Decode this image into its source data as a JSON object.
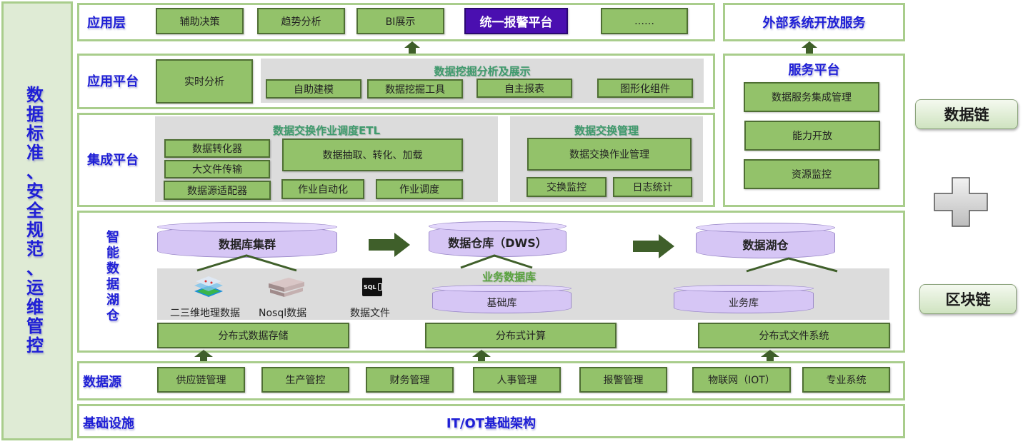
{
  "sidebar": {
    "chars": [
      "数",
      "据",
      "标",
      "准",
      "、",
      "安",
      "全",
      "规",
      "范",
      "、",
      "运",
      "维",
      "管",
      "控"
    ]
  },
  "app_layer": {
    "label": "应用层",
    "items": [
      "辅助决策",
      "趋势分析",
      "BI展示",
      "统一报警平台",
      "……"
    ],
    "highlight_color": "#4a0fb0"
  },
  "external": {
    "title": "外部系统开放服务"
  },
  "app_platform": {
    "label": "应用平台",
    "realtime": "实时分析",
    "mining_title": "数据挖掘分析及展示",
    "mining_items": [
      "自助建模",
      "数据挖掘工具",
      "自主报表",
      "图形化组件"
    ]
  },
  "service_platform": {
    "title": "服务平台",
    "items": [
      "数据服务集成管理",
      "能力开放",
      "资源监控"
    ]
  },
  "integration": {
    "label": "集成平台",
    "etl_title": "数据交换作业调度ETL",
    "etl_left": [
      "数据转化器",
      "大文件传输",
      "数据源适配器"
    ],
    "etl_main": "数据抽取、转化、加载",
    "etl_bottom": [
      "作业自动化",
      "作业调度"
    ],
    "exchange_title": "数据交换管理",
    "exchange_main": "数据交换作业管理",
    "exchange_bottom": [
      "交换监控",
      "日志统计"
    ]
  },
  "lake": {
    "label_chars": [
      "智",
      "能",
      "数",
      "据",
      "湖",
      "仓"
    ],
    "cylinders": [
      "数据库集群",
      "数据仓库（DWS）",
      "数据湖仓"
    ],
    "sources": [
      {
        "icon": "geo-map-layers-icon",
        "label": "二三维地理数据"
      },
      {
        "icon": "server-rack-icon",
        "label": "Nosql数据"
      },
      {
        "icon": "sql-file-icon",
        "label": "数据文件",
        "icon_text": "SQL"
      }
    ],
    "business_db_title": "业务数据库",
    "small_cylinders": [
      "基础库",
      "业务库"
    ],
    "bottom": [
      "分布式数据存储",
      "分布式计算",
      "分布式文件系统"
    ]
  },
  "data_source": {
    "label": "数据源",
    "items": [
      "供应链管理",
      "生产管控",
      "财务管理",
      "人事管理",
      "报警管理",
      "物联网（IOT）",
      "专业系统"
    ]
  },
  "infra": {
    "label": "基础设施",
    "title": "IT/OT基础架构"
  },
  "right_side": {
    "data_chain": "数据链",
    "plus": "+",
    "blockchain": "区块链"
  }
}
